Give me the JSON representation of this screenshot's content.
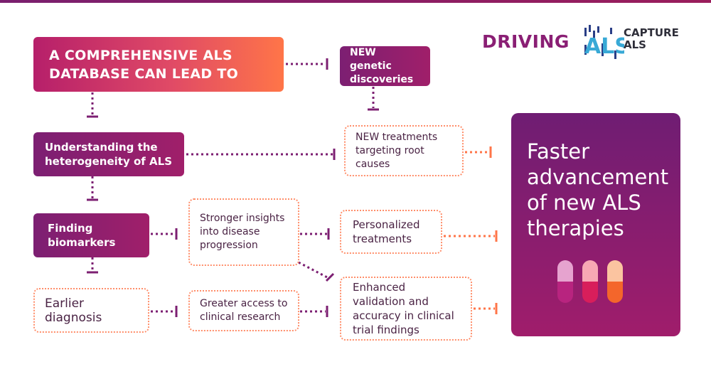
{
  "header": {
    "driving": "DRIVING",
    "logo_mark": "ALS",
    "logo_text_line1": "CAPTURE",
    "logo_text_line2": "ALS"
  },
  "nodes": {
    "database": "A COMPREHENSIVE ALS DATABASE CAN LEAD TO",
    "heterogeneity": "Understanding the heterogeneity of ALS",
    "biomarkers": "Finding biomarkers",
    "earlier_diagnosis": "Earlier diagnosis",
    "genetic": "NEW genetic discoveries",
    "treatments": "NEW treatments targeting root causes",
    "insights": "Stronger insights into disease progression",
    "personalized": "Personalized treatments",
    "access": "Greater access to clinical research",
    "validation": "Enhanced validation and accuracy in clinical trial findings"
  },
  "outcome": {
    "title": "Faster advancement of new ALS therapies",
    "pill_colors": [
      {
        "top": "#e6a3cf",
        "bottom": "#b8247f"
      },
      {
        "top": "#f7a8b4",
        "bottom": "#d81e5b"
      },
      {
        "top": "#fbc4a0",
        "bottom": "#f4662b"
      }
    ]
  },
  "colors": {
    "purple": "#7c1f72",
    "orange": "#ff7548",
    "coral_dotted": "#ff8e6a"
  }
}
